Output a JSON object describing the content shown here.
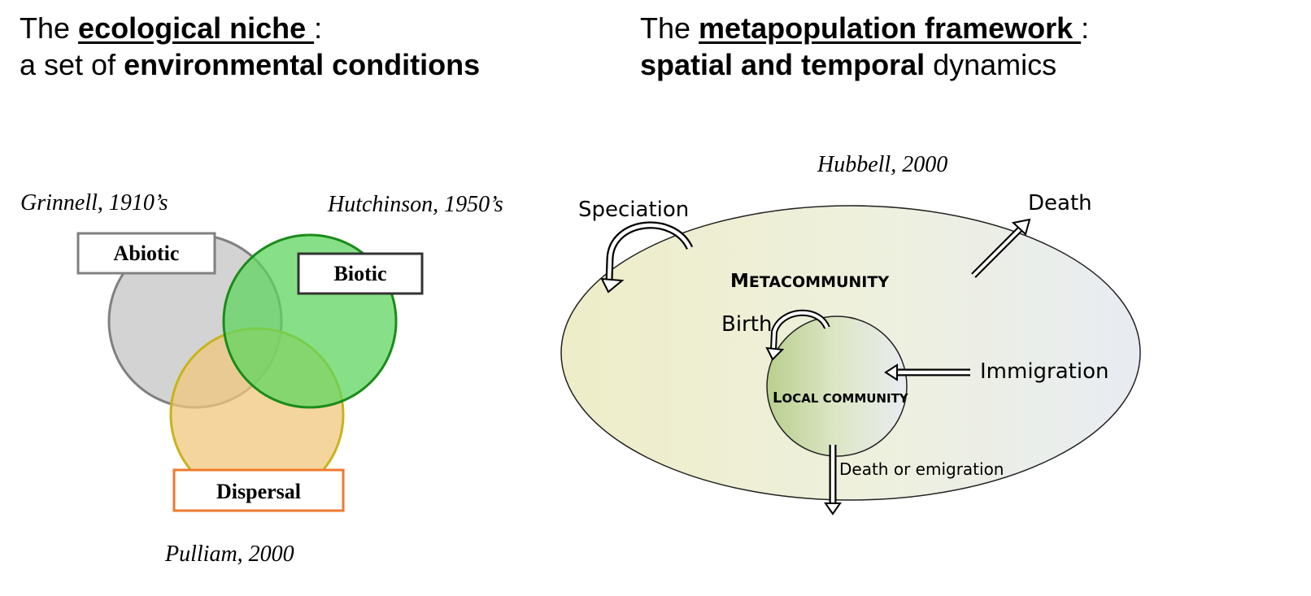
{
  "left_heading": {
    "line1_prefix": "The ",
    "line1_term": "ecological niche ",
    "line1_suffix": ":",
    "line2_prefix": "a set of ",
    "line2_bold": "environmental conditions"
  },
  "right_heading": {
    "line1_prefix": "The ",
    "line1_term": "metapopulation framework ",
    "line1_suffix": ":",
    "line2_bold": "spatial and temporal",
    "line2_suffix": " dynamics"
  },
  "niche": {
    "citations": {
      "grinnell": "Grinnell, 1910’s",
      "hutchinson": "Hutchinson, 1950’s",
      "pulliam": "Pulliam, 2000"
    },
    "boxes": {
      "abiotic": "Abiotic",
      "biotic": "Biotic",
      "dispersal": "Dispersal"
    },
    "colors": {
      "abiotic_fill": "#c8c8c8",
      "abiotic_stroke": "#808080",
      "biotic_fill": "#5fd65f",
      "biotic_stroke": "#1a8c1a",
      "dispersal_fill": "#f2c77e",
      "dispersal_stroke": "#c9b31a",
      "dispersal_box_stroke": "#ee7a2e"
    }
  },
  "metapop": {
    "citation": "Hubbell, 2000",
    "metacommunity": {
      "first": "M",
      "rest": "ETACOMMUNITY"
    },
    "local_community": {
      "first1": "L",
      "rest1": "OCAL ",
      "rest2": "COMMUNITY"
    },
    "labels": {
      "speciation": "Speciation",
      "death": "Death",
      "birth": "Birth",
      "immigration": "Immigration",
      "death_or_emigration": "Death or emigration"
    }
  }
}
